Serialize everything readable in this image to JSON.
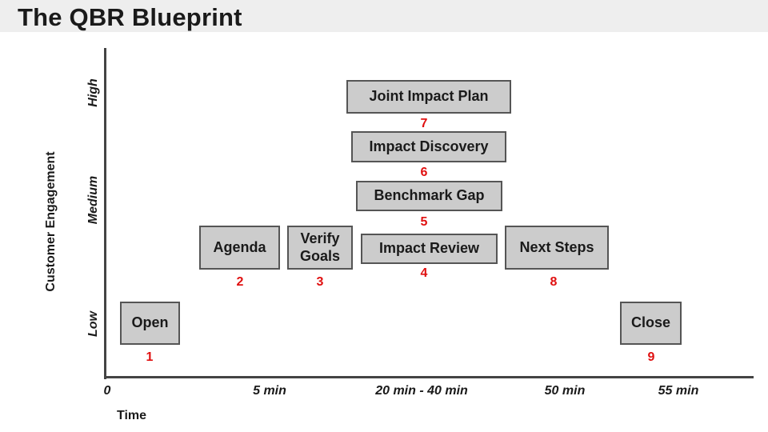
{
  "title": "The QBR Blueprint",
  "y_axis": {
    "title": "Customer Engagement",
    "levels": {
      "high": "High",
      "medium": "Medium",
      "low": "Low"
    }
  },
  "x_axis": {
    "title": "Time",
    "ticks": [
      "0",
      "5 min",
      "20 min - 40 min",
      "50 min",
      "55 min"
    ]
  },
  "steps": [
    {
      "number": "1",
      "label": "Open"
    },
    {
      "number": "2",
      "label": "Agenda"
    },
    {
      "number": "3",
      "label": "Verify\nGoals"
    },
    {
      "number": "4",
      "label": "Impact Review"
    },
    {
      "number": "5",
      "label": "Benchmark Gap"
    },
    {
      "number": "6",
      "label": "Impact Discovery"
    },
    {
      "number": "7",
      "label": "Joint Impact Plan"
    },
    {
      "number": "8",
      "label": "Next Steps"
    },
    {
      "number": "9",
      "label": "Close"
    }
  ],
  "colors": {
    "box_fill": "#cccccc",
    "box_border": "#555555",
    "step_number": "#e01010",
    "axis": "#444444",
    "title_bar": "#eeeeee"
  }
}
